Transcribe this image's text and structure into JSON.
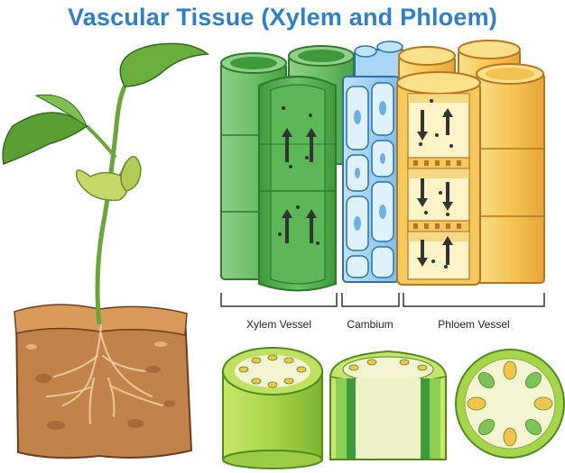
{
  "title": "Vascular Tissue (Xylem and Phloem)",
  "labels": {
    "xylem": "Xylem Vessel",
    "cambium": "Cambium",
    "phloem": "Phloem Vessel"
  },
  "colors": {
    "title": "#2f7fc4",
    "xylem": "#5fb35a",
    "cambium": "#4a9bd6",
    "phloem": "#f0b94a",
    "soil": "#b8743d",
    "leaf": "#5aa332"
  },
  "icons": [
    "up-arrow-icon",
    "down-arrow-icon"
  ]
}
